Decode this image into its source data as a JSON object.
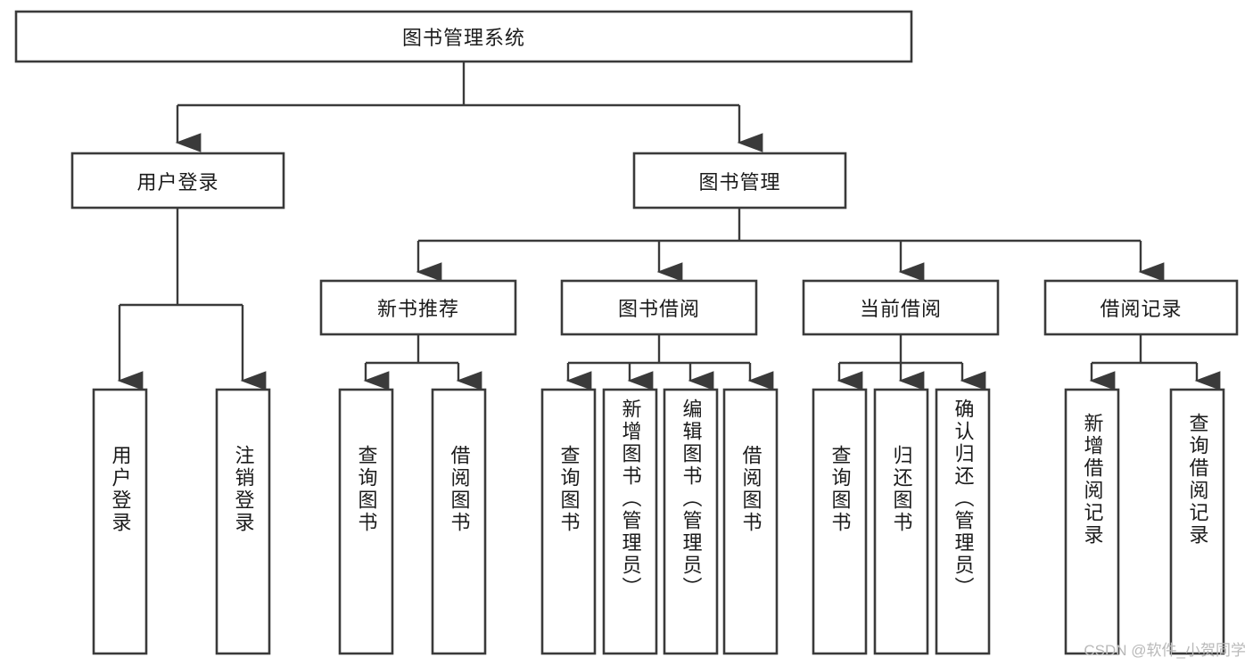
{
  "diagram": {
    "type": "tree-hierarchy-functional-decomposition",
    "title": "图书管理系统",
    "watermark": "CSDN @软件_小贺同学",
    "levels": [
      {
        "level": 1,
        "nodes": [
          {
            "id": "root",
            "label": "图书管理系统",
            "orientation": "horizontal"
          }
        ]
      },
      {
        "level": 2,
        "nodes": [
          {
            "id": "login",
            "label": "用户登录",
            "orientation": "horizontal",
            "parent": "root"
          },
          {
            "id": "bookmgmt",
            "label": "图书管理",
            "orientation": "horizontal",
            "parent": "root"
          }
        ]
      },
      {
        "level": 3,
        "nodes": [
          {
            "id": "newbook",
            "label": "新书推荐",
            "orientation": "horizontal",
            "parent": "bookmgmt"
          },
          {
            "id": "borrow",
            "label": "图书借阅",
            "orientation": "horizontal",
            "parent": "bookmgmt"
          },
          {
            "id": "current",
            "label": "当前借阅",
            "orientation": "horizontal",
            "parent": "bookmgmt"
          },
          {
            "id": "records",
            "label": "借阅记录",
            "orientation": "horizontal",
            "parent": "bookmgmt"
          }
        ]
      },
      {
        "level": 4,
        "nodes": [
          {
            "id": "leaf1",
            "label": "用户登录",
            "orientation": "vertical",
            "parent": "login"
          },
          {
            "id": "leaf2",
            "label": "注销登录",
            "orientation": "vertical",
            "parent": "login"
          },
          {
            "id": "leaf3",
            "label": "查询图书",
            "orientation": "vertical",
            "parent": "newbook"
          },
          {
            "id": "leaf4",
            "label": "借阅图书",
            "orientation": "vertical",
            "parent": "newbook"
          },
          {
            "id": "leaf5",
            "label": "查询图书",
            "orientation": "vertical",
            "parent": "borrow"
          },
          {
            "id": "leaf6",
            "label": "新增图书（管理员）",
            "orientation": "vertical",
            "parent": "borrow"
          },
          {
            "id": "leaf7",
            "label": "编辑图书（管理员）",
            "orientation": "vertical",
            "parent": "borrow"
          },
          {
            "id": "leaf8",
            "label": "借阅图书",
            "orientation": "vertical",
            "parent": "borrow"
          },
          {
            "id": "leaf9",
            "label": "查询图书",
            "orientation": "vertical",
            "parent": "current"
          },
          {
            "id": "leaf10",
            "label": "归还图书",
            "orientation": "vertical",
            "parent": "current"
          },
          {
            "id": "leaf11",
            "label": "确认归还（管理员）",
            "orientation": "vertical",
            "parent": "current"
          },
          {
            "id": "leaf12",
            "label": "新增借阅记录",
            "orientation": "vertical",
            "parent": "records"
          },
          {
            "id": "leaf13",
            "label": "查询借阅记录",
            "orientation": "vertical",
            "parent": "records"
          }
        ]
      }
    ],
    "colors": {
      "stroke": "#3a3a3a",
      "fill": "#ffffff",
      "text": "#1b1b1b",
      "watermark": "#b9b9b9",
      "background": "#ffffff"
    }
  }
}
